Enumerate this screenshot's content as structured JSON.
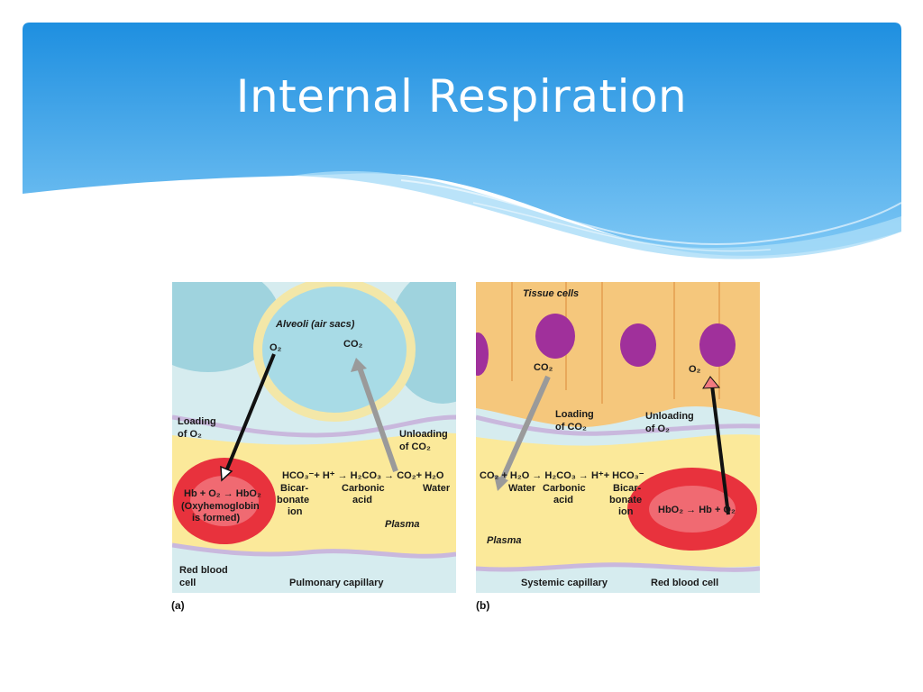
{
  "slide": {
    "title": "Internal Respiration"
  },
  "panel_a": {
    "label": "(a)",
    "alveoli": "Alveoli (air sacs)",
    "o2": "O₂",
    "co2": "CO₂",
    "loading_1": "Loading",
    "loading_2": "of O₂",
    "unloading_1": "Unloading",
    "unloading_2": "of CO₂",
    "eq_line": "HCO₃⁻+ H⁺ → H₂CO₃ → CO₂+ H₂O",
    "bicar_1": "Bicar-",
    "bicar_2": "bonate",
    "bicar_3": "ion",
    "carbonic_1": "Carbonic",
    "carbonic_2": "acid",
    "water": "Water",
    "rbc_eq": "Hb + O₂ → HbO₂",
    "rbc_note_1": "(Oxyhemoglobin",
    "rbc_note_2": "is formed)",
    "plasma": "Plasma",
    "rbc_1": "Red blood",
    "rbc_2": "cell",
    "capillary": "Pulmonary capillary"
  },
  "panel_b": {
    "label": "(b)",
    "tissue": "Tissue cells",
    "co2": "CO₂",
    "o2": "O₂",
    "loading_1": "Loading",
    "loading_2": "of CO₂",
    "unloading_1": "Unloading",
    "unloading_2": "of O₂",
    "eq_line": "CO₂ + H₂O → H₂CO₃ → H⁺+ HCO₃⁻",
    "water": "Water",
    "carbonic_1": "Carbonic",
    "carbonic_2": "acid",
    "bicar_1": "Bicar-",
    "bicar_2": "bonate",
    "bicar_3": "ion",
    "rbc_eq": "HbO₂ → Hb + O₂",
    "plasma": "Plasma",
    "capillary": "Systemic capillary",
    "rbc": "Red blood cell"
  },
  "colors": {
    "banner_top": "#1e8fe0",
    "banner_bottom": "#7fc8f5",
    "alveolus": "#9fd3de",
    "plasma": "#fbe99a",
    "tissue": "#f5c77c",
    "nucleus": "#a0309b",
    "rbc": "#e8323d",
    "membrane": "#c9b8dd"
  }
}
